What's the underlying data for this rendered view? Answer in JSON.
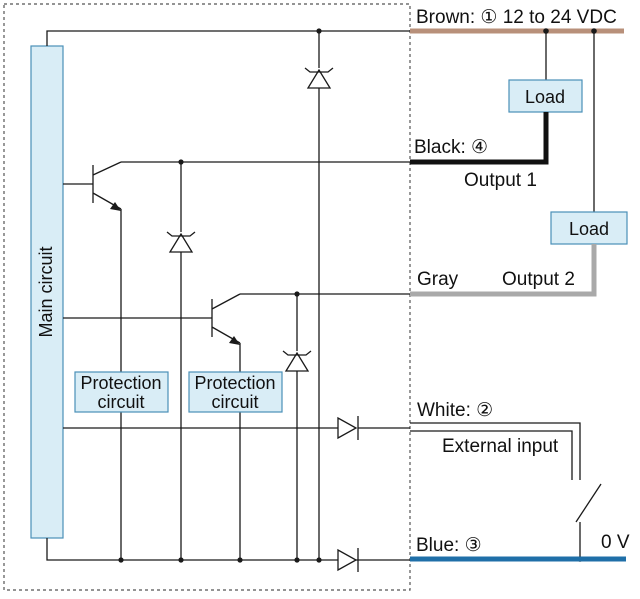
{
  "labels": {
    "brown": "Brown: ① 12 to 24 VDC",
    "black": "Black: ④",
    "output1": "Output 1",
    "gray": "Gray",
    "output2": "Output 2",
    "white": "White: ②",
    "external_input": "External input",
    "blue": "Blue: ③",
    "zero_v": "0 V",
    "load1": "Load",
    "load2": "Load",
    "main_circuit": "Main circuit",
    "protection1_line1": "Protection",
    "protection1_line2": "circuit",
    "protection2_line1": "Protection",
    "protection2_line2": "circuit"
  },
  "colors": {
    "brown_wire": "#b8907a",
    "black_wire": "#111111",
    "gray_wire": "#a9a9a9",
    "blue_wire": "#1f6fa8",
    "box_fill": "#d9edf6",
    "box_stroke": "#4a90b8"
  }
}
